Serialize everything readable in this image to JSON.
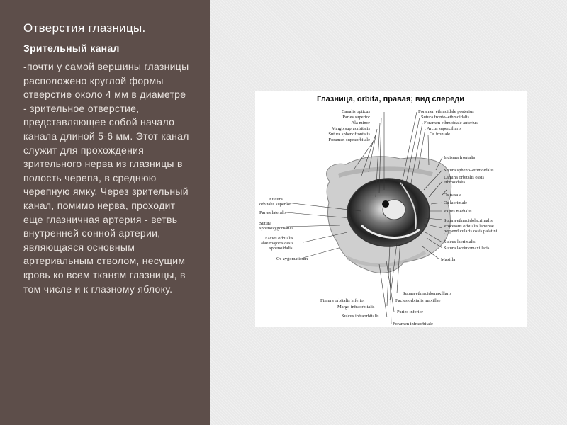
{
  "slide": {
    "title": "Отверстия глазницы.",
    "subtitle": "Зрительный канал",
    "body": "-почти у самой вершины глазницы расположено круглой формы отверстие около 4 мм в диаметре - зрительное отверстие, представляющее собой начало канала длиной 5-6 мм. Этот канал служит для прохождения зрительного нерва из глазницы в полость черепа, в среднюю черепную ямку. Через зрительный канал, помимо нерва, проходит еще глазничная артерия - ветвь внутренней сонной артерии, являющаяся основным артериальным стволом, несущим кровь ко всем тканям глазницы, в том числе и к глазному яблоку."
  },
  "figure": {
    "title": "Глазница, orbita, правая; вид спереди",
    "labels": {
      "canalis_opticus": "Canalis opticus",
      "paries_superior": "Paries superior",
      "ala_minor": "Ala minor",
      "margo_supraorbitalis": "Margo supraorbitalis",
      "sutura_sphenofrontalis": "Sutura sphenofrontalis",
      "foramen_supraorbitale": "Foramen supraorbitale",
      "foramen_ethmoidale_posterius": "Foramen ethmoidale posterius",
      "sutura_fronto_ethmoidalis": "Sutura fronto–ethmoidalis",
      "foramen_ethmoidale_anterius": "Foramen ethmoidale anterius",
      "arcus_superciliaris": "Arcus superciliaris",
      "os_frontale": "Os frontale",
      "incisura_frontalis": "Incisura frontalis",
      "sutura_spheno_ethmoidalis": "Sutura spheno–ethmoidalis",
      "lamina_orbitalis_1": "Lamina orbitalis ossis",
      "lamina_orbitalis_2": "ethmoidalis",
      "os_nasale": "Os nasale",
      "os_lacrimale": "Os lacrimale",
      "paries_medialis": "Paries medialis",
      "sutura_ethmoidolacrimalis": "Sutura ethmoidolacrimalis",
      "processus_orbitalis_1": "Processus orbitalis laminae",
      "processus_orbitalis_2": "perpendicularis ossis palatini",
      "sulcus_lacrimalis": "Sulcus lacrimalis",
      "sutura_lacrimomaxillaris": "Sutura lacrimomaxillaris",
      "maxilla": "Maxilla",
      "fissura_orb_sup_1": "Fissura",
      "fissura_orb_sup_2": "orbitalis superior",
      "paries_lateralis": "Paries lateralis",
      "sutura_sz_1": "Sutura",
      "sutura_sz_2": "sphenozygomatica",
      "facies_orb_alae_1": "Facies orbitalis",
      "facies_orb_alae_2": "alae majoris ossis",
      "facies_orb_alae_3": "sphenoidalis",
      "os_zygomaticum": "Os zygomaticum",
      "sutura_ethmoidomaxillaris": "Sutura ethmoidomaxillaris",
      "fissura_orbitalis_inferior": "Fissura orbitalis inferior",
      "facies_orbitalis_maxillae": "Facies orbitalis maxillae",
      "margo_infraorbitalis": "Margo infraorbitalis",
      "paries_inferior": "Paries inferior",
      "sulcus_infraorbitalis": "Sulcus infraorbitalis",
      "foramen_infraorbitale": "Foramen infraorbitale"
    }
  }
}
